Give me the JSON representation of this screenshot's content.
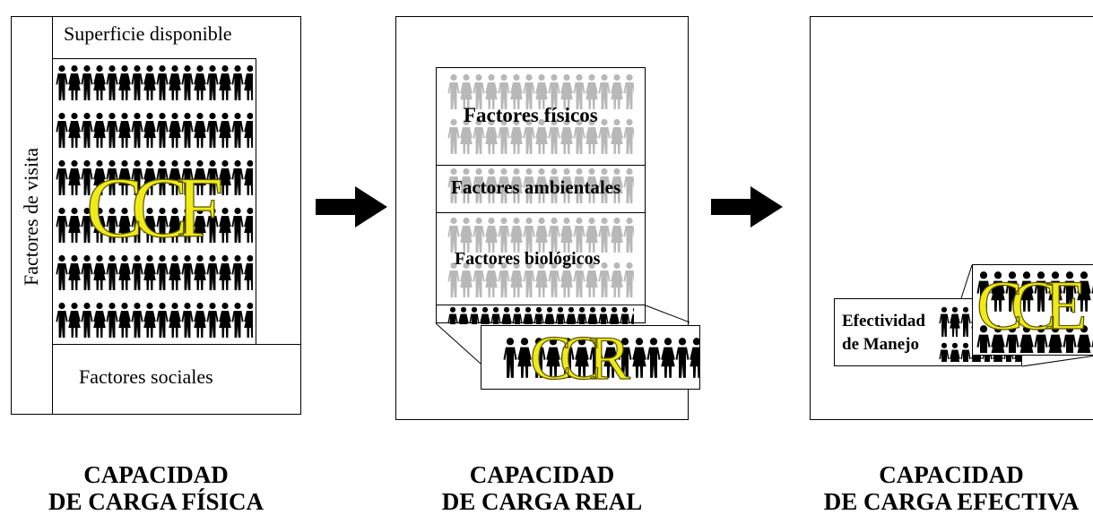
{
  "colors": {
    "person_dark": "#000000",
    "person_light": "#b8b8b8",
    "acronym_fill": "#f0ea18",
    "acronym_stroke": "#5a5600"
  },
  "icons": {
    "person": "person-silhouette-icon",
    "arrow": "right-arrow-icon"
  },
  "panel_physical": {
    "top_label": "Superficie disponible",
    "side_label": "Factores de visita",
    "bottom_label": "Factores sociales",
    "acronym": "CCF",
    "caption_line1": "CAPACIDAD",
    "caption_line2": "DE CARGA FÍSICA"
  },
  "panel_real": {
    "bands": [
      "Factores físicos",
      "Factores ambientales",
      "Factores biológicos"
    ],
    "acronym": "CCR",
    "caption_line1": "CAPACIDAD",
    "caption_line2": "DE CARGA REAL"
  },
  "panel_effective": {
    "label_line1": "Efectividad",
    "label_line2": "de Manejo",
    "acronym": "CCE",
    "caption_line1": "CAPACIDAD",
    "caption_line2": "DE CARGA EFECTIVA"
  }
}
